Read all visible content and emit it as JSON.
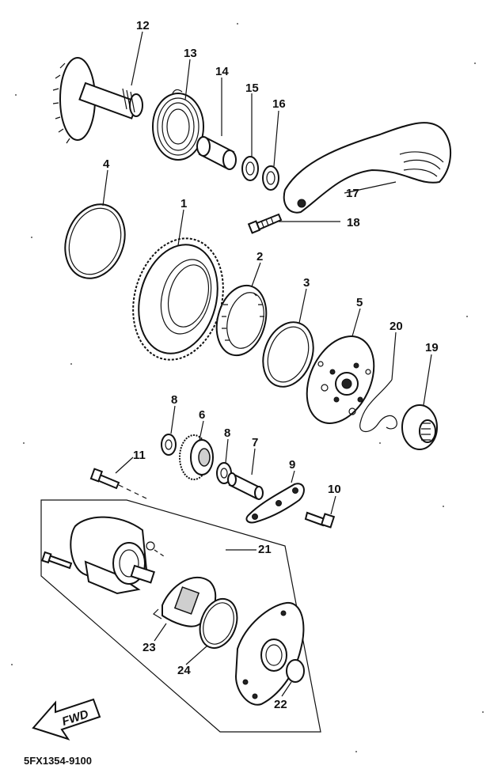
{
  "diagram": {
    "part_labels": [
      "1",
      "2",
      "3",
      "4",
      "5",
      "6",
      "7",
      "8",
      "8",
      "9",
      "10",
      "11",
      "12",
      "13",
      "14",
      "15",
      "16",
      "17",
      "18",
      "19",
      "20",
      "21",
      "22",
      "23",
      "24"
    ],
    "fwd_label": "FWD",
    "drawing_code": "5FX1354-9100"
  }
}
